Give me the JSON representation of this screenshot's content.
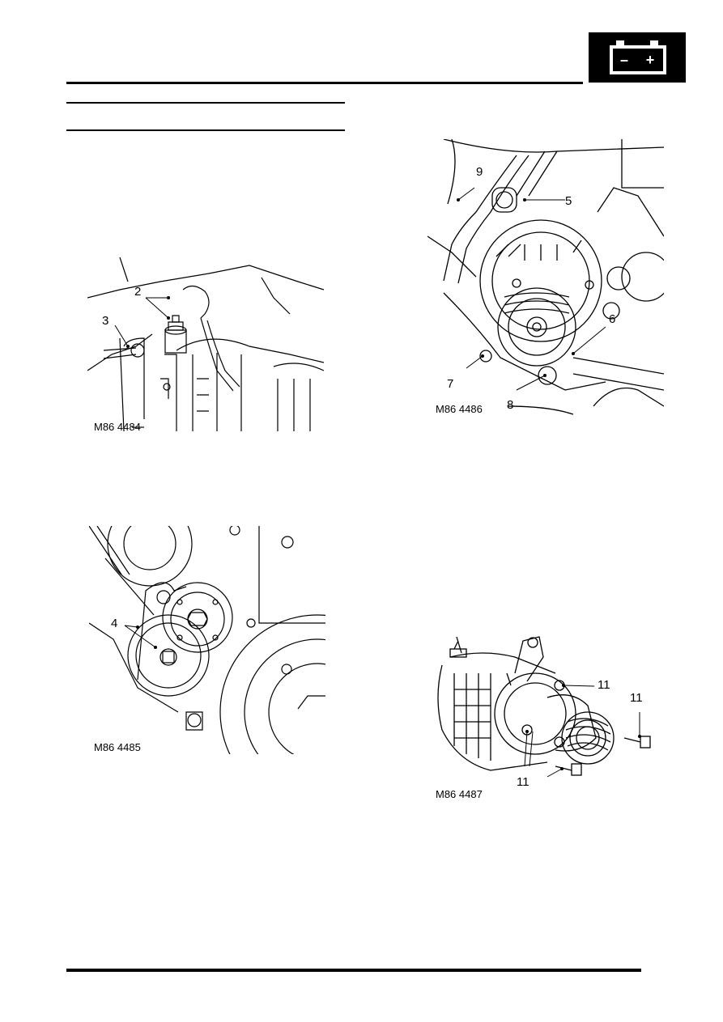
{
  "header": {
    "icon": "battery-icon",
    "icon_minus": "–",
    "icon_plus": "+"
  },
  "figures": [
    {
      "id": "fig1",
      "caption": "M86 4484",
      "callouts": [
        "2",
        "3"
      ]
    },
    {
      "id": "fig2",
      "caption": "M86 4485",
      "callouts": [
        "4"
      ]
    },
    {
      "id": "fig3",
      "caption": "M86 4486",
      "callouts": [
        "9",
        "5",
        "6",
        "7",
        "8"
      ]
    },
    {
      "id": "fig4",
      "caption": "M86 4487",
      "callouts": [
        "11",
        "11",
        "11"
      ]
    }
  ]
}
